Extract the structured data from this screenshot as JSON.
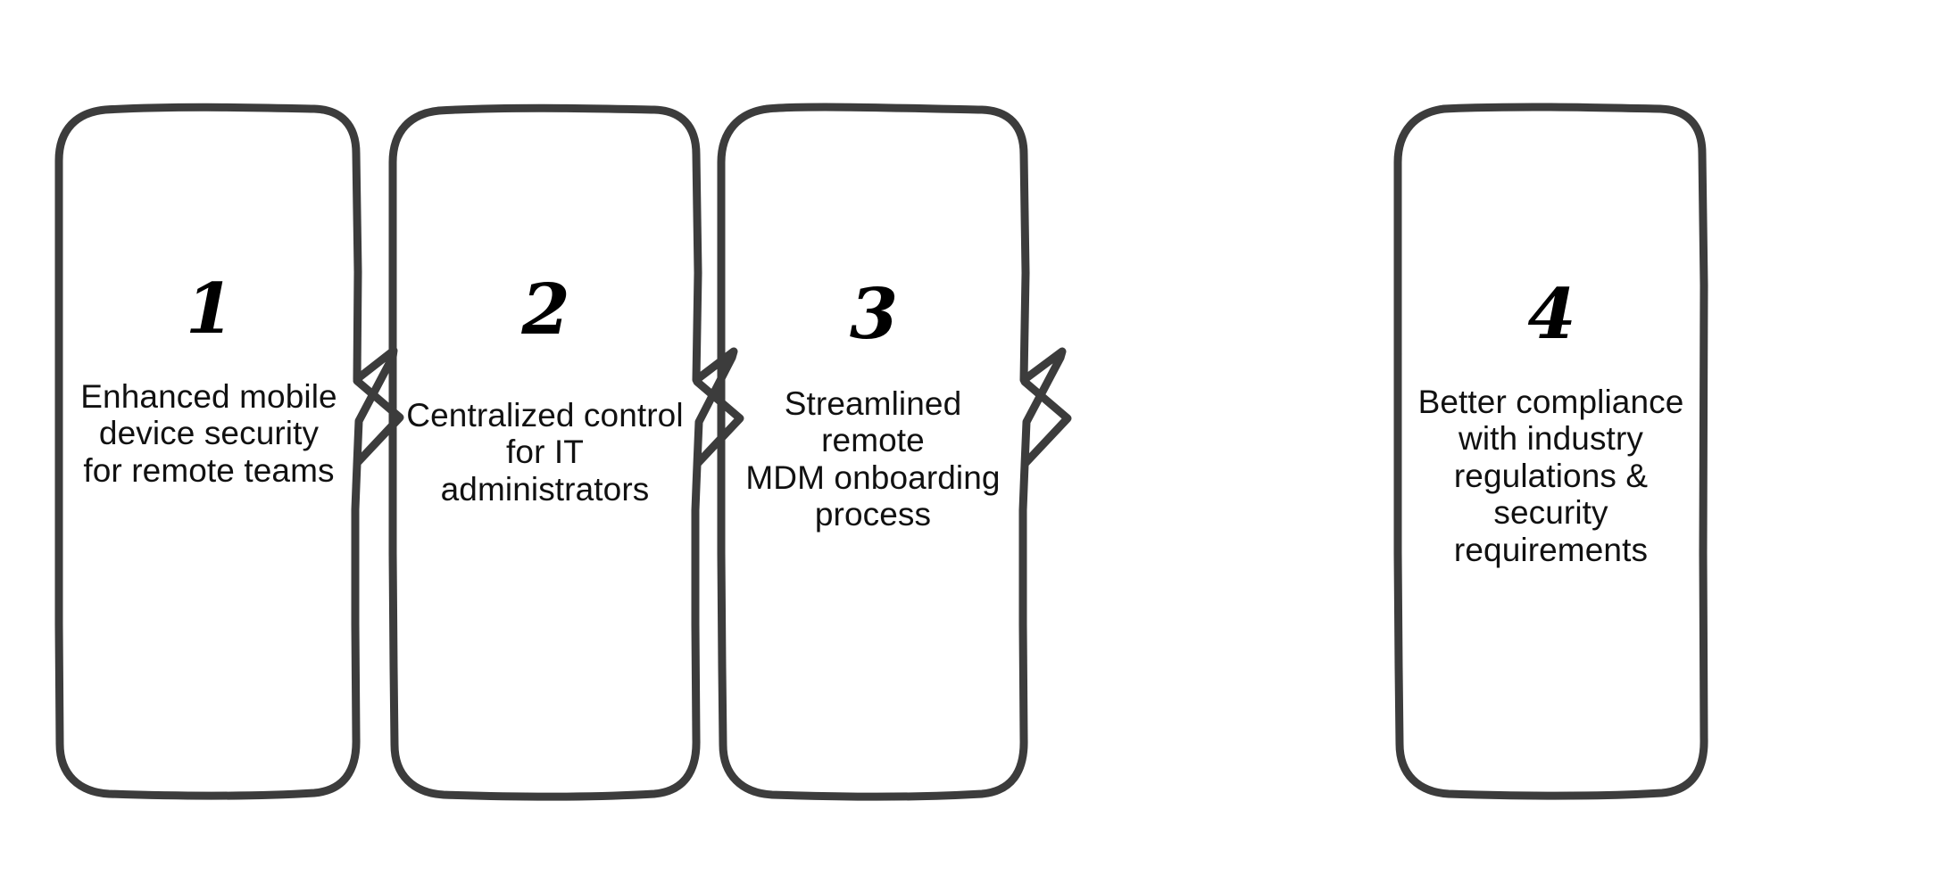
{
  "diagram": {
    "type": "process-flow",
    "orientation": "horizontal",
    "step_count": 4,
    "background_color": "#ffffff",
    "card_border_color": "#3c3c3c",
    "number_color": "#000000",
    "text_color": "#111111",
    "connector_icon": "chevron-right-icon",
    "steps": [
      {
        "number": "1",
        "label": "Enhanced mobile\ndevice security\nfor remote teams",
        "lines": [
          "Enhanced mobile",
          "device security",
          "for remote teams"
        ]
      },
      {
        "number": "2",
        "label": "Centralized control\nfor IT administrators",
        "lines": [
          "Centralized control",
          "for IT administrators"
        ]
      },
      {
        "number": "3",
        "label": "Streamlined remote\nMDM onboarding\nprocess",
        "lines": [
          "Streamlined remote",
          "MDM onboarding",
          "process"
        ]
      },
      {
        "number": "4",
        "label": "Better compliance\nwith industry\nregulations & security\nrequirements",
        "lines": [
          "Better compliance",
          "with industry",
          "regulations & security",
          "requirements"
        ]
      }
    ]
  }
}
